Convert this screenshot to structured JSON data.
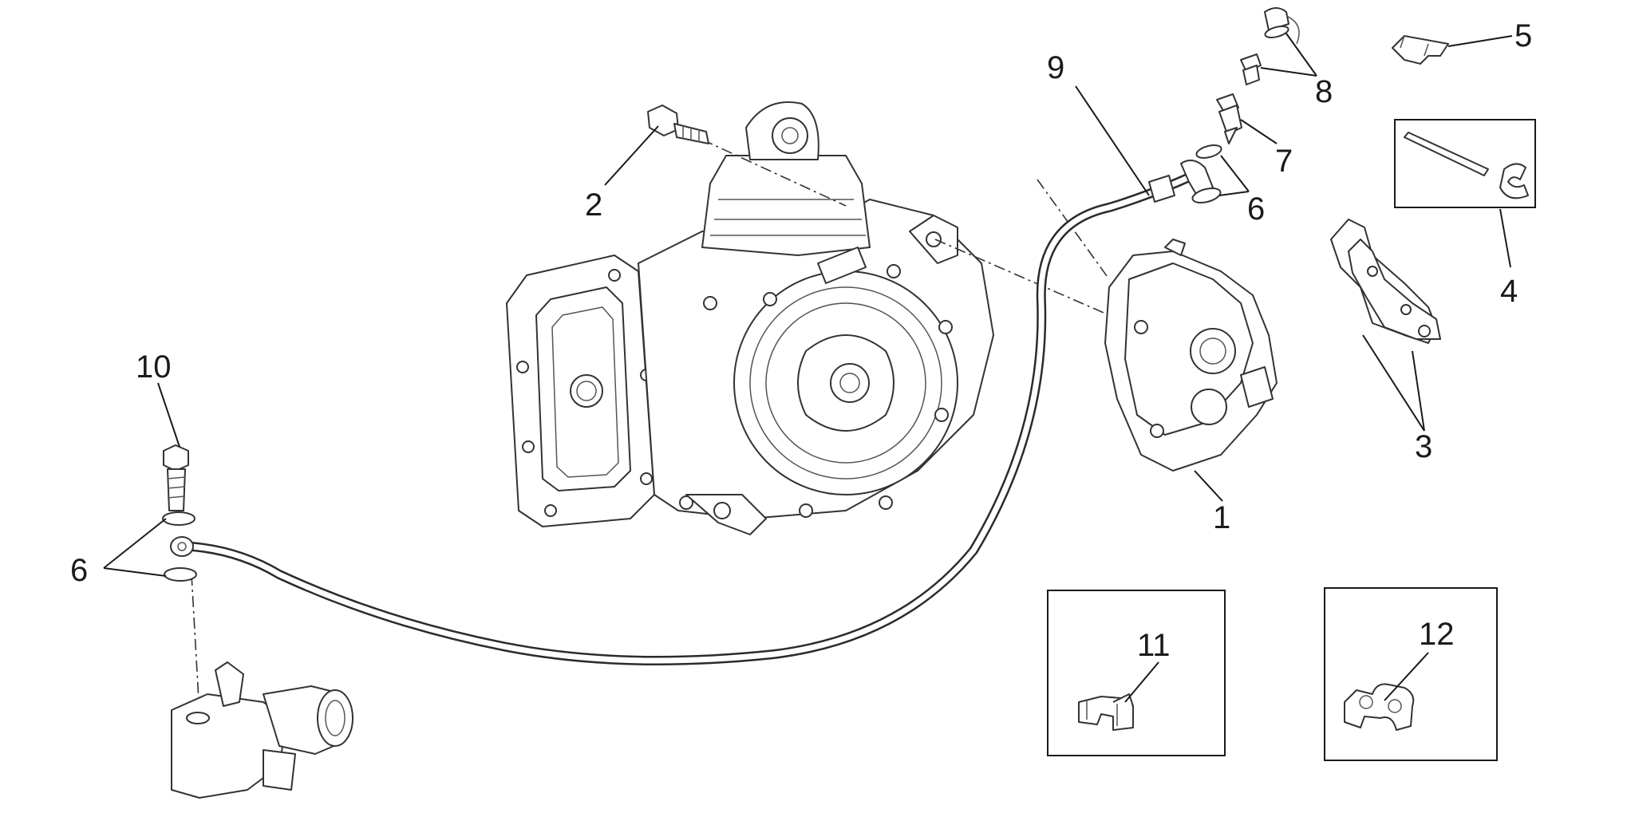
{
  "labels": {
    "l1": "1",
    "l2": "2",
    "l3": "3",
    "l4": "4",
    "l5": "5",
    "l6a": "6",
    "l6b": "6",
    "l7": "7",
    "l8": "8",
    "l9": "9",
    "l10": "10",
    "l11": "11",
    "l12": "12"
  },
  "colors": {
    "line": "#1a1a1a",
    "background": "#ffffff"
  }
}
